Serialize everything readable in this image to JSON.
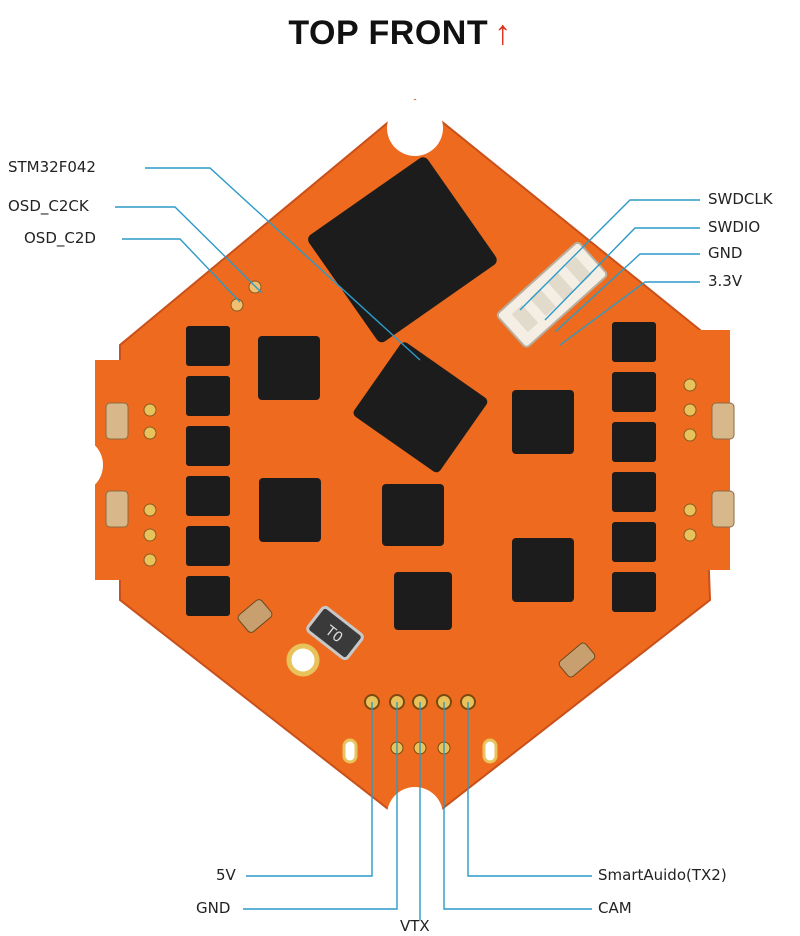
{
  "title": {
    "text": "TOP FRONT",
    "arrow_glyph": "↑",
    "arrow_color": "#e0301e"
  },
  "colors": {
    "pcb": "#ee6a1e",
    "pcb_dark": "#d4541a",
    "chip": "#1c1c1c",
    "pad": "#d9a84a",
    "leader": "#2d9ac7"
  },
  "labels_left": [
    "STM32F042",
    "OSD_C2CK",
    "OSD_C2D"
  ],
  "labels_right": [
    "SWDCLK",
    "SWDIO",
    "GND",
    "3.3V"
  ],
  "labels_bottom": {
    "five_v": "5V",
    "gnd": "GND",
    "vtx": "VTX",
    "cam": "CAM",
    "smartaudio": "SmartAuido(TX2)"
  },
  "silkscreen": {
    "resistor": "T0"
  }
}
